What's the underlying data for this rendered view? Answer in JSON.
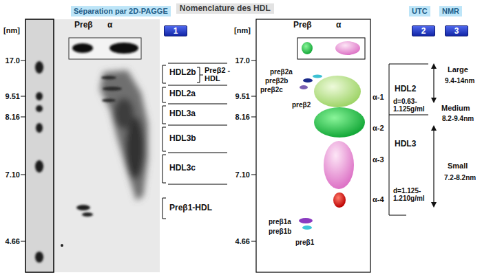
{
  "diagram": {
    "title": "Nomenclature des HDL",
    "nodes": [
      {
        "text": [
          "Séparation par 2D-PAGGE"
        ]
      },
      {
        "text": [
          "UTC"
        ]
      },
      {
        "text": [
          "NMR"
        ]
      },
      {
        "text": [
          "1"
        ]
      },
      {
        "text": [
          "2"
        ]
      },
      {
        "text": [
          "3"
        ]
      }
    ],
    "labels": [
      "[nm]",
      "17.0",
      "9.51",
      "8.16",
      "7.10",
      "4.66",
      "Preβ",
      "α",
      "HDL2b",
      "Preβ2 -HDL",
      "HDL2a",
      "HDL3a",
      "HDL3b",
      "HDL3c",
      "Preβ1-HDL",
      "[nm]",
      "Preβ",
      "α",
      "17.0",
      "9.51",
      "8.16",
      "7.10",
      "4.66",
      "preβ2a",
      "preβ2b",
      "preβ2c",
      "preβ2",
      "preβ1a",
      "preβ1b",
      "preβ1",
      "α-1",
      "α-2",
      "α-3",
      "α-4",
      "HDL2",
      "d=0.63- 1.125g/ml",
      "HDL3",
      "d=1.125- 1.210g/ml",
      "Large",
      "9.4-14nm",
      "Medium",
      "8.2-9.4nm",
      "Small",
      "7.2-8.2nm"
    ]
  }
}
